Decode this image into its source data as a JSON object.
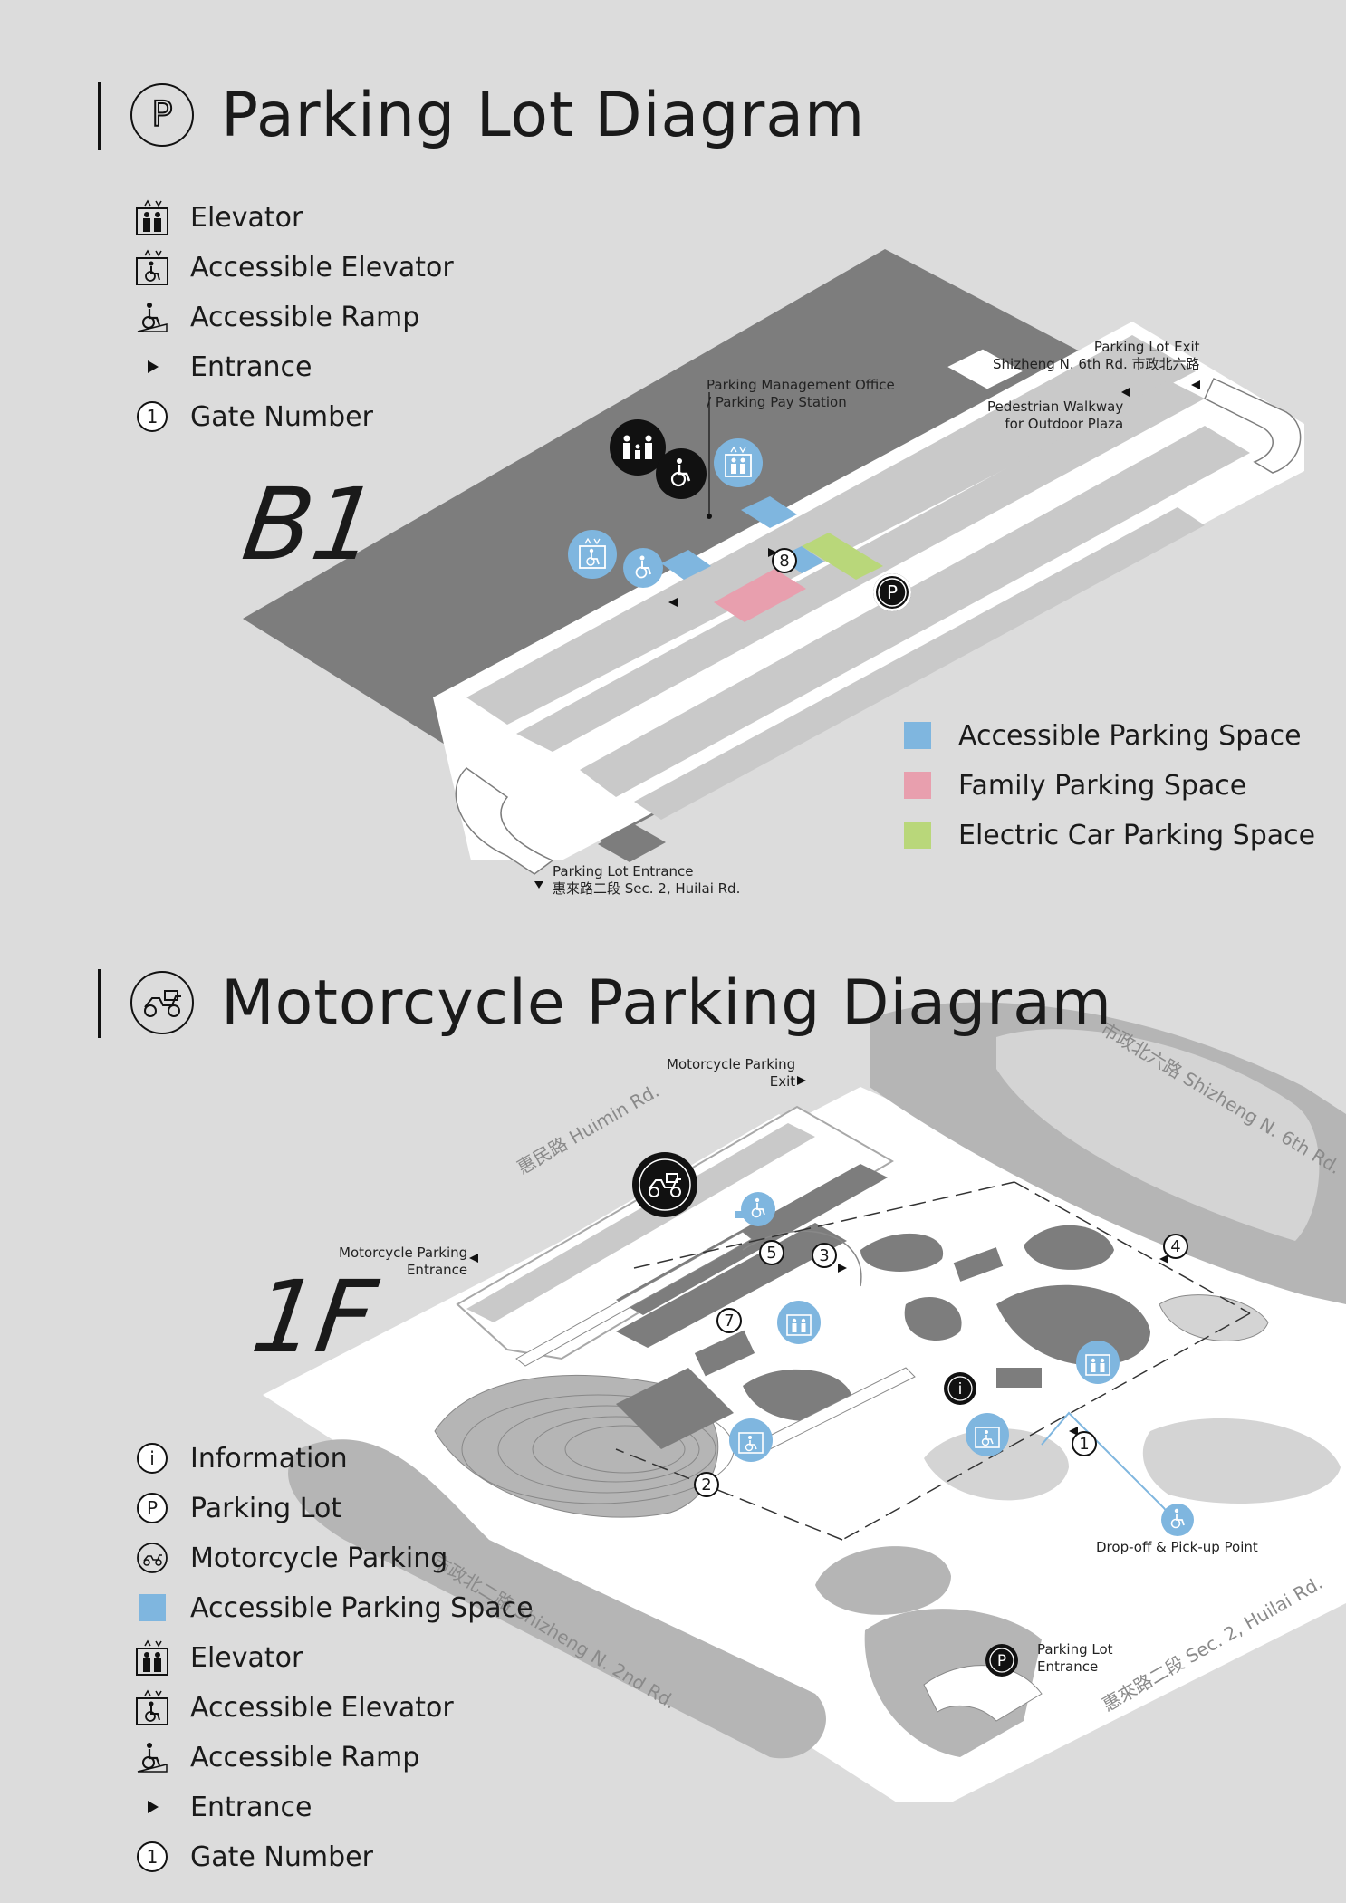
{
  "parking": {
    "title": "Parking Lot Diagram",
    "floor": "B1",
    "legend": [
      {
        "icon": "elevator-icon",
        "label": "Elevator"
      },
      {
        "icon": "accessible-elevator-icon",
        "label": "Accessible Elevator"
      },
      {
        "icon": "accessible-ramp-icon",
        "label": "Accessible Ramp"
      },
      {
        "icon": "entrance-arrow-icon",
        "label": "Entrance"
      },
      {
        "icon": "gate-number-icon",
        "label": "Gate Number",
        "glyph": "1"
      }
    ],
    "space_legend": [
      {
        "label": "Accessible Parking Space",
        "color": "#7fb6df"
      },
      {
        "label": "Family Parking Space",
        "color": "#e89fae"
      },
      {
        "label": "Electric Car Parking Space",
        "color": "#b9d77a"
      }
    ],
    "labels": {
      "exit_line1": "Parking Lot Exit",
      "exit_line2": "Shizheng N. 6th Rd. 市政北六路",
      "walkway_line1": "Pedestrian Walkway",
      "walkway_line2": "for Outdoor Plaza",
      "office_line1": "Parking Management Office",
      "office_line2": "/ Parking Pay Station",
      "entrance_line1": "Parking Lot Entrance",
      "entrance_line2": "惠來路二段 Sec. 2, Huilai Rd.",
      "gate": "8"
    }
  },
  "motorcycle": {
    "title": "Motorcycle Parking Diagram",
    "floor": "1F",
    "roads": {
      "huimin": "惠民路 Huimin Rd.",
      "shizheng6": "市政北六路 Shizheng N. 6th Rd.",
      "shizheng2": "市政北二路 Shizheng N. 2nd Rd.",
      "huilai": "惠來路二段 Sec. 2, Huilai Rd."
    },
    "labels": {
      "moto_exit_line1": "Motorcycle Parking",
      "moto_exit_line2": "Exit",
      "moto_entrance_line1": "Motorcycle Parking",
      "moto_entrance_line2": "Entrance",
      "dropoff": "Drop-off & Pick-up Point",
      "lot_entrance_line1": "Parking Lot",
      "lot_entrance_line2": "Entrance"
    },
    "gates": [
      "1",
      "2",
      "3",
      "4",
      "5",
      "7"
    ],
    "legend": [
      {
        "icon": "information-icon",
        "label": "Information"
      },
      {
        "icon": "parking-lot-icon",
        "label": "Parking Lot"
      },
      {
        "icon": "motorcycle-parking-icon",
        "label": "Motorcycle Parking"
      },
      {
        "icon": "accessible-space-swatch",
        "label": "Accessible Parking Space"
      },
      {
        "icon": "elevator-icon",
        "label": "Elevator"
      },
      {
        "icon": "accessible-elevator-icon",
        "label": "Accessible Elevator"
      },
      {
        "icon": "accessible-ramp-icon",
        "label": "Accessible Ramp"
      },
      {
        "icon": "entrance-arrow-icon",
        "label": "Entrance"
      },
      {
        "icon": "gate-number-icon",
        "label": "Gate Number",
        "glyph": "1"
      }
    ]
  },
  "glyphs": {
    "parking": "P",
    "info": "i"
  }
}
